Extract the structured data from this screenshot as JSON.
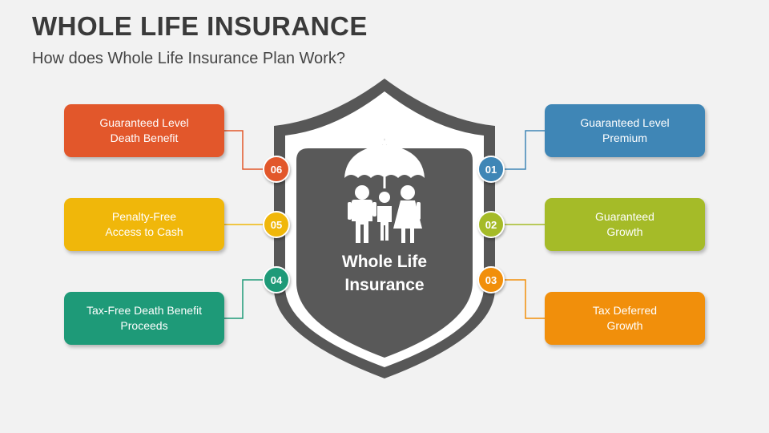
{
  "header": {
    "title": "WHOLE LIFE INSURANCE",
    "subtitle": "How does Whole Life Insurance Plan Work?"
  },
  "center": {
    "label": "Whole Life\nInsurance",
    "icon": "umbrella-family-icon"
  },
  "items": [
    {
      "number": "01",
      "label": "Guaranteed Level\nPremium",
      "color": "#3f86b6"
    },
    {
      "number": "02",
      "label": "Guaranteed\nGrowth",
      "color": "#a5bb28"
    },
    {
      "number": "03",
      "label": "Tax Deferred\nGrowth",
      "color": "#f18f0b"
    },
    {
      "number": "04",
      "label": "Tax-Free Death Benefit\nProceeds",
      "color": "#1e9a78"
    },
    {
      "number": "05",
      "label": "Penalty-Free\nAccess to Cash",
      "color": "#f0b70a"
    },
    {
      "number": "06",
      "label": "Guaranteed Level\nDeath Benefit",
      "color": "#e2572b"
    }
  ],
  "colors": {
    "shield_outer": "#575757",
    "shield_ring": "#ffffff",
    "shield_inner": "#595959"
  }
}
